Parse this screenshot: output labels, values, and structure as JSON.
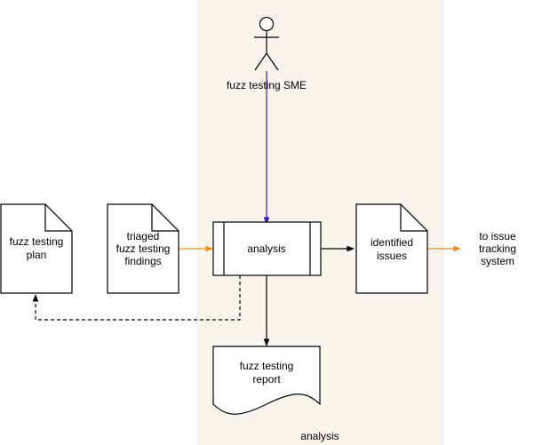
{
  "colors": {
    "swimlane_fill": "#f8f5ee",
    "orange_arrow": "#f08a1c",
    "purple_arrow": "#3b10c7",
    "stroke": "#000000"
  },
  "actor": {
    "label": "fuzz testing SME",
    "icon": "person-icon"
  },
  "documents": {
    "plan": {
      "line1": "fuzz testing",
      "line2": "plan"
    },
    "findings": {
      "line1": "triaged",
      "line2": "fuzz testing",
      "line3": "findings"
    },
    "issues": {
      "line1": "identified",
      "line2": "issues"
    }
  },
  "process": {
    "label": "analysis"
  },
  "report": {
    "line1": "fuzz testing",
    "line2": "report"
  },
  "tracking": {
    "line1": "to issue",
    "line2": "tracking",
    "line3": "system"
  },
  "lane": {
    "label": "analysis"
  }
}
